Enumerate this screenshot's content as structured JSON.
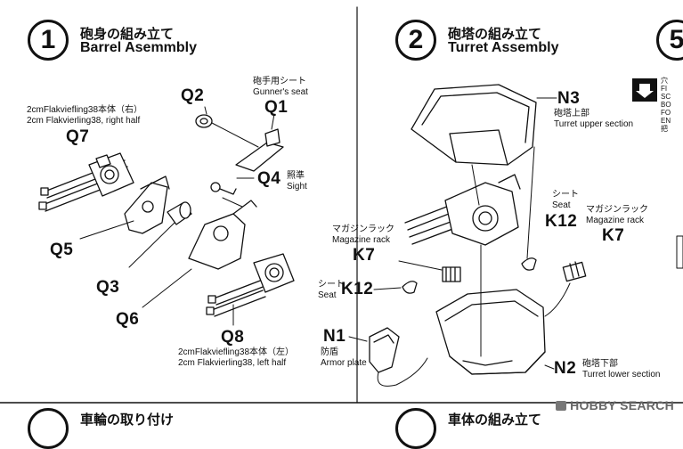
{
  "step1": {
    "number": "1",
    "title_jp": "砲身の組み立て",
    "title_en": "Barrel Asemmbly",
    "parts": {
      "q1": "Q1",
      "q2": "Q2",
      "q3": "Q3",
      "q4": "Q4",
      "q5": "Q5",
      "q6": "Q6",
      "q7": "Q7",
      "q8": "Q8"
    },
    "labels": {
      "gunner_seat_jp": "砲手用シート",
      "gunner_seat_en": "Gunner's seat",
      "sight_jp": "照準",
      "sight_en": "Sight",
      "right_half_jp": "2cmFlakviefling38本体（右）",
      "right_half_en": "2cm Flakvierling38, right half",
      "left_half_jp": "2cmFlakviefling38本体（左）",
      "left_half_en": "2cm Flakvierling38, left half"
    }
  },
  "step2": {
    "number": "2",
    "title_jp": "砲塔の組み立て",
    "title_en": "Turret Assembly",
    "parts": {
      "n1": "N1",
      "n2": "N2",
      "n3": "N3",
      "k7a": "K7",
      "k7b": "K7",
      "k12a": "K12",
      "k12b": "K12"
    },
    "labels": {
      "upper_jp": "砲塔上部",
      "upper_en": "Turret upper section",
      "lower_jp": "砲塔下部",
      "lower_en": "Turret lower section",
      "seat_jp": "シート",
      "seat_en": "Seat",
      "mag_jp": "マガジンラック",
      "mag_en": "Magazine rack",
      "armor_jp": "防盾",
      "armor_en": "Armor plate"
    }
  },
  "step5": {
    "number": "5",
    "note_lines": [
      "穴",
      "FI",
      "SC",
      "BO",
      "FO",
      "EN",
      "把"
    ]
  },
  "bottom": {
    "left_title_jp": "車輪の取り付け",
    "right_title_jp": "車体の組み立て"
  },
  "watermark": "HOBBY SEARCH"
}
